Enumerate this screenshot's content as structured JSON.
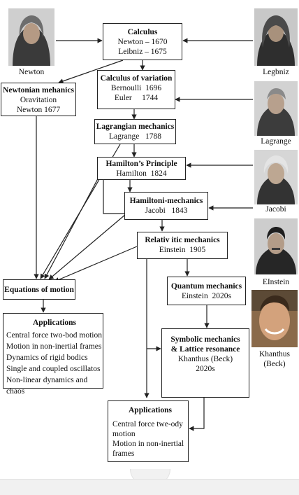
{
  "nodes": {
    "calculus": {
      "title": "Calculus",
      "lines": [
        "Newton – 1670",
        "Leibniz – 1675"
      ]
    },
    "newtonian": {
      "title": "Newtonian mehanics",
      "lines": [
        "Oravitation",
        "Newton  1677"
      ]
    },
    "variation": {
      "title": "Calculus of variation",
      "lines": [
        "Bernoulli  1696",
        "Euler     1744"
      ]
    },
    "lagrangian": {
      "title": "Lagrangian mechanics",
      "lines": [
        "Lagrange   1788"
      ]
    },
    "hamilton_principle": {
      "title": "Hamilton’s Principle",
      "lines": [
        "Hamilton  1824"
      ]
    },
    "hamiltoni": {
      "title": "Hamiltoni-mechanics",
      "lines": [
        "Jacobi   1843"
      ]
    },
    "relativ": {
      "title": "Relativ itic mechanics",
      "lines": [
        "Einstein  1905"
      ]
    },
    "equations": {
      "title": "Equations of motion"
    },
    "quantum": {
      "title": "Quantum mechanics",
      "lines": [
        "Einstein  2020s"
      ]
    },
    "applications1": {
      "title": "Applications",
      "lines": [
        "Central force two-bod motion",
        "Motion in non-inertial frames",
        "Dynamics of rigid bodics",
        "Single and coupled oscillatos",
        "Non-linear dynamics and chaos"
      ]
    },
    "symbolic": {
      "title": "Symbolic mechanics",
      "title2": "& Lattice resonance",
      "lines": [
        "Khanthus (Beck)",
        "2020s"
      ]
    },
    "applications2": {
      "title": "Applications",
      "lines": [
        "Central force twe-ody",
        "motion",
        "Motion in non-inertial",
        "frames"
      ]
    }
  },
  "portraits": {
    "newton": {
      "label": "Newton"
    },
    "legbniz": {
      "label": "Legbniz"
    },
    "lagrange": {
      "label": "Lagrange"
    },
    "jacobi": {
      "label": "Jacobi"
    },
    "einstein": {
      "label": "EInstein"
    },
    "khanthus": {
      "label": "Khanthus",
      "label2": "(Beck)"
    }
  },
  "colors": {
    "line": "#222222",
    "background": "#ffffff"
  }
}
